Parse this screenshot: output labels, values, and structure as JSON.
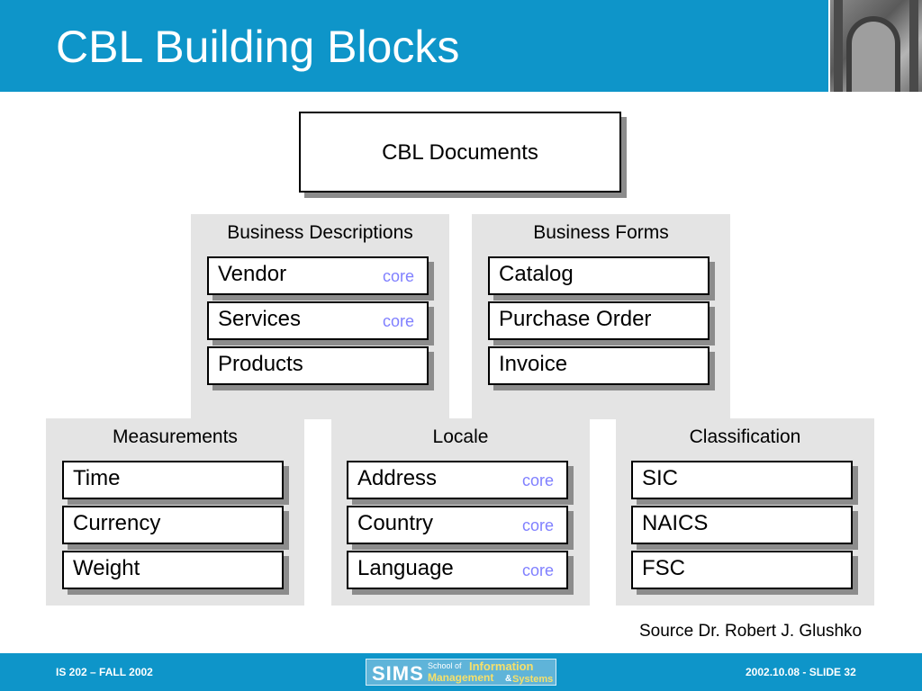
{
  "title": "CBL Building Blocks",
  "root": {
    "label": "CBL Documents"
  },
  "panels": {
    "business_descriptions": {
      "title": "Business Descriptions",
      "items": [
        {
          "label": "Vendor",
          "tag": "core"
        },
        {
          "label": "Services",
          "tag": "core"
        },
        {
          "label": "Products",
          "tag": ""
        }
      ]
    },
    "business_forms": {
      "title": "Business Forms",
      "items": [
        {
          "label": "Catalog"
        },
        {
          "label": "Purchase Order"
        },
        {
          "label": "Invoice"
        }
      ]
    },
    "measurements": {
      "title": "Measurements",
      "items": [
        {
          "label": "Time"
        },
        {
          "label": "Currency"
        },
        {
          "label": "Weight"
        }
      ]
    },
    "locale": {
      "title": "Locale",
      "items": [
        {
          "label": "Address",
          "tag": "core"
        },
        {
          "label": "Country",
          "tag": "core"
        },
        {
          "label": "Language",
          "tag": "core"
        }
      ]
    },
    "classification": {
      "title": "Classification",
      "items": [
        {
          "label": "SIC"
        },
        {
          "label": "NAICS"
        },
        {
          "label": "FSC"
        }
      ]
    }
  },
  "source": "Source Dr. Robert J. Glushko",
  "footer": {
    "left": "IS 202 – FALL 2002",
    "right": "2002.10.08 - SLIDE 32",
    "logo": {
      "sims": "SIMS",
      "school_of": "School of",
      "information": "Information",
      "management": "Management",
      "amp": "&",
      "systems": "Systems"
    }
  },
  "colors": {
    "header_bg": "#0e95c9",
    "panel_bg": "#e4e4e4",
    "core_text": "#8080ff",
    "box_shadow": "#8c8c8c"
  }
}
